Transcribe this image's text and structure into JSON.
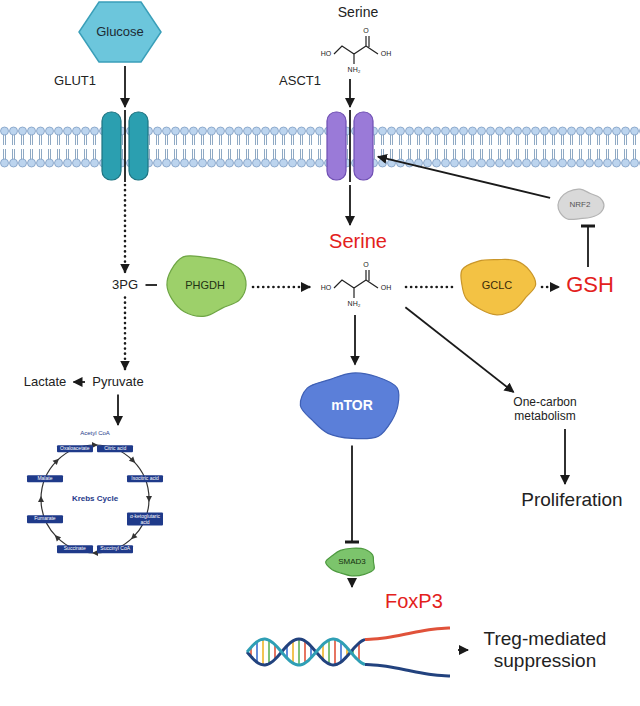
{
  "diagram": {
    "nodes": [
      {
        "text": [
          "Glucose"
        ]
      },
      {
        "text": [
          "Serine"
        ]
      },
      {
        "text": [
          "GLUT1"
        ]
      },
      {
        "text": [
          "ASCT1"
        ]
      },
      {
        "text": [
          "NRF2"
        ]
      },
      {
        "text": [
          "3PG"
        ]
      },
      {
        "text": [
          "PHGDH"
        ]
      },
      {
        "text": [
          "Serine"
        ]
      },
      {
        "text": [
          "GCLC"
        ]
      },
      {
        "text": [
          "GSH"
        ]
      },
      {
        "text": [
          "Lactate"
        ]
      },
      {
        "text": [
          "Pyruvate"
        ]
      },
      {
        "text": [
          "mTOR"
        ]
      },
      {
        "text": [
          "One-carbon metabolism"
        ]
      },
      {
        "text": [
          "Krebs Cycle"
        ]
      },
      {
        "text": [
          "Proliferation"
        ]
      },
      {
        "text": [
          "SMAD3"
        ]
      },
      {
        "text": [
          "FoxP3"
        ]
      },
      {
        "text": [
          "Treg-mediated suppression"
        ]
      }
    ],
    "edges": [
      {
        "from": 0,
        "to": 2,
        "arrow": "to"
      },
      {
        "from": 2,
        "to": 5,
        "arrow": "to"
      },
      {
        "from": 1,
        "to": 3,
        "arrow": "to"
      },
      {
        "from": 3,
        "to": 7,
        "arrow": "to"
      },
      {
        "from": 5,
        "to": 6,
        "arrow": "none"
      },
      {
        "from": 6,
        "to": 7,
        "arrow": "to"
      },
      {
        "from": 7,
        "to": 8,
        "arrow": "none"
      },
      {
        "from": 8,
        "to": 9,
        "arrow": "to"
      },
      {
        "from": 9,
        "to": 4,
        "arrow": "to"
      },
      {
        "from": 4,
        "to": 3,
        "arrow": "to"
      },
      {
        "from": 5,
        "to": 11,
        "arrow": "to"
      },
      {
        "from": 11,
        "to": 10,
        "arrow": "to"
      },
      {
        "from": 11,
        "to": 14,
        "arrow": "to"
      },
      {
        "from": 7,
        "to": 12,
        "arrow": "to"
      },
      {
        "from": 7,
        "to": 13,
        "arrow": "to"
      },
      {
        "from": 13,
        "to": 15,
        "arrow": "to"
      },
      {
        "from": 12,
        "to": 16,
        "arrow": "to"
      },
      {
        "from": 16,
        "to": 17,
        "arrow": "to"
      },
      {
        "from": 17,
        "to": 18,
        "arrow": "to"
      }
    ],
    "labels": [
      "Acetyl CoA",
      "Oxaloacetate",
      "Citric acid",
      "Isocitric acid",
      "α-ketoglutaric acid",
      "Succinyl CoA",
      "Succinate",
      "Fumarate",
      "Malate",
      "HO",
      "O",
      "OH",
      "NH₂",
      "HO",
      "O",
      "OH",
      "NH₂"
    ]
  }
}
